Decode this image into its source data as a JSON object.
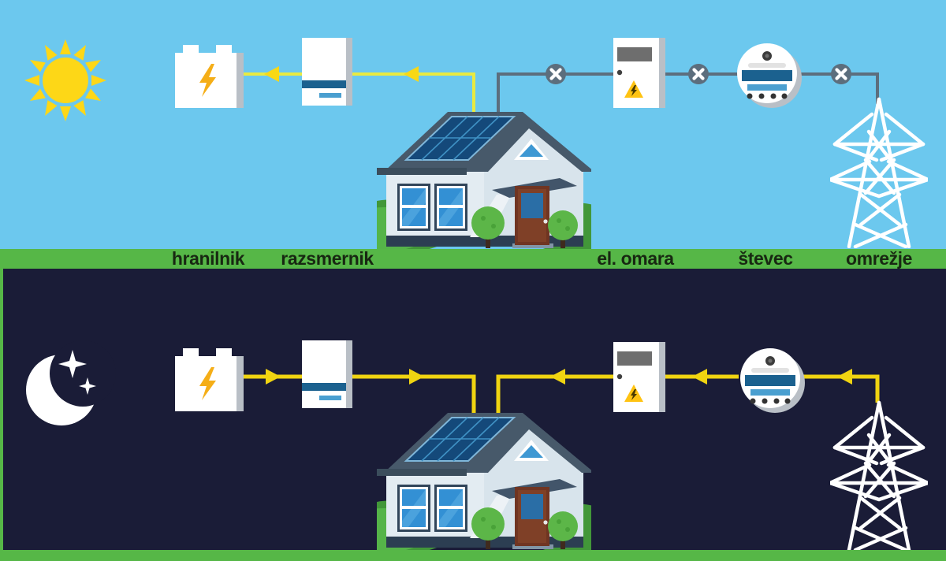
{
  "strip_labels": {
    "battery": "hranilnik",
    "inverter": "razsmernik",
    "cabinet": "el. omara",
    "meter": "števec",
    "grid": "omrežje"
  },
  "panels": {
    "day": {
      "id": "day",
      "scene_icon": "sun-icon",
      "components": [
        "battery",
        "inverter",
        "house",
        "cabinet",
        "meter",
        "grid-pylon"
      ],
      "wire_flows": [
        {
          "from": "house",
          "to": "inverter",
          "wire": "yellow",
          "arrow": "left"
        },
        {
          "from": "inverter",
          "to": "battery",
          "wire": "yellow",
          "arrow": "left"
        },
        {
          "from": "house",
          "to": "grid-pylon",
          "wire": "gray-disconnected",
          "breaker_x_marks": 3
        }
      ]
    },
    "night": {
      "id": "night",
      "scene_icon": "moon-icon",
      "components": [
        "battery",
        "inverter",
        "house",
        "cabinet",
        "meter",
        "grid-pylon"
      ],
      "wire_flows": [
        {
          "from": "battery",
          "to": "inverter",
          "wire": "yellow",
          "arrow": "right"
        },
        {
          "from": "inverter",
          "to": "house",
          "wire": "yellow",
          "arrow": "right"
        },
        {
          "from": "grid-pylon",
          "to": "meter",
          "wire": "yellow",
          "arrow": "left"
        },
        {
          "from": "meter",
          "to": "cabinet",
          "wire": "yellow",
          "arrow": "left"
        },
        {
          "from": "cabinet",
          "to": "house",
          "wire": "yellow",
          "arrow": "left"
        }
      ]
    }
  },
  "colors": {
    "sky": "#6cc8ee",
    "night_bg": "#1a1c37",
    "ground_green": "#56b747",
    "day_wire_yellow": "#e9ea41",
    "day_arrow_yellow": "#f8d816",
    "night_wire_yellow": "#f0d411",
    "gray_wire": "#5c6e7d",
    "device_dark_blue": "#1b618f",
    "device_light_blue": "#4a9fd0",
    "warning_yellow": "#ffc312",
    "sun_yellow": "#fdd717",
    "label_text": "#182812"
  }
}
